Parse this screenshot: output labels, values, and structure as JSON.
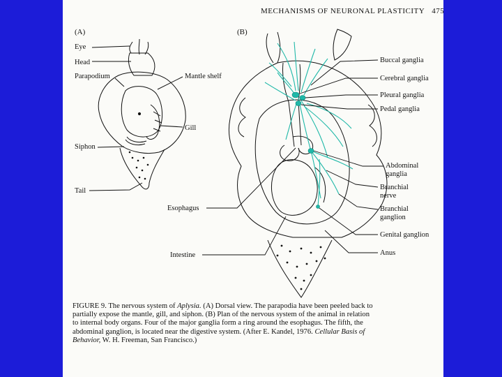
{
  "header": {
    "running_title": "MECHANISMS OF NEURONAL PLASTICITY",
    "page_number": "475"
  },
  "panel_a": {
    "tag": "(A)",
    "labels": {
      "eye": "Eye",
      "head": "Head",
      "parapodium": "Parapodium",
      "mantle_shelf": "Mantle shelf",
      "gill": "Gill",
      "siphon": "Siphon",
      "tail": "Tail"
    }
  },
  "panel_b": {
    "tag": "(B)",
    "labels": {
      "buccal": "Buccal ganglia",
      "cerebral": "Cerebral ganglia",
      "pleural": "Pleural ganglia",
      "pedal": "Pedal ganglia",
      "abdominal_1": "Abdominal",
      "abdominal_2": "ganglia",
      "branchial_nerve_1": "Branchial",
      "branchial_nerve_2": "nerve",
      "branchial_ganglion_1": "Branchial",
      "branchial_ganglion_2": "ganglion",
      "genital": "Genital ganglion",
      "anus": "Anus",
      "esophagus": "Esophagus",
      "intestine": "Intestine"
    }
  },
  "caption": {
    "figure_number": "FIGURE 9.",
    "lead": "The nervous system of",
    "species": "Aplysia.",
    "body": "(A) Dorsal view. The parapodia have been peeled back to partially expose the mantle, gill, and siphon. (B) Plan of the nervous system of the animal in relation to internal body organs. Four of the major ganglia form a ring around the esophagus. The fifth, the abdominal ganglion, is located near the digestive system. (After E. Kandel, 1976.",
    "book": "Cellular Basis of Behavior,",
    "publisher": "W. H. Freeman, San Francisco.)"
  },
  "colors": {
    "background": "#1c1cd8",
    "page": "#fbfbf8",
    "nerve": "#1fb8a8",
    "ink": "#111111"
  }
}
